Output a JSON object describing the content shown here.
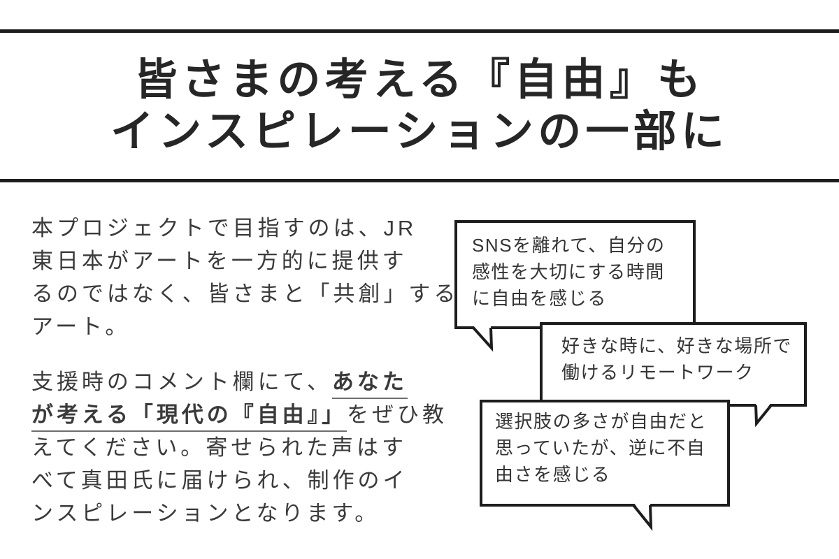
{
  "header": {
    "title": {
      "full": "皆さまの考える『自由』もインスピレーションの一部に",
      "line1": "皆さまの考える『自由』も",
      "line2": "インスピレーションの一部に"
    }
  },
  "body_text": {
    "paragraph1": {
      "full": "本プロジェクトで目指すのは、JR東日本がアートを一方的に提供するのではなく、皆さまと「共創」するアート。",
      "line1": "本プロジェクトで目指すのは、JR",
      "line2": "東日本がアートを一方的に提供す",
      "line3": "るのではなく、皆さまと「共創」する",
      "line4": "アート。"
    },
    "paragraph2": {
      "full": "支援時のコメント欄にて、あなたが考える「現代の『自由』」をぜひ教えてください。寄せられた声はすべて真田氏に届けられ、制作のインスピレーションとなります。",
      "highlighted_phrase": "あなたが考える「現代の『自由』」",
      "line1_normal": "支援時のコメント欄にて、",
      "line1_highlight": "あなた",
      "line2_highlight": "が考える「現代の『自由』」",
      "line2_normal": "をぜひ教",
      "line3": "えてください。寄せられた声はす",
      "line4": "べて真田氏に届けられ、制作のイ",
      "line5": "ンスピレーションとなります。"
    }
  },
  "speech_bubbles": [
    {
      "text": "SNSを離れて、自分の感性を大切にする時間に自由を感じる",
      "line1": "SNSを離れて、自分の",
      "line2": "感性を大切にする時間",
      "line3": "に自由を感じる",
      "tail_direction": "bottom-left-down-right"
    },
    {
      "text": "好きな時に、好きな場所で働けるリモートワーク",
      "line1": "好きな時に、好きな場所で",
      "line2": "働けるリモートワーク",
      "tail_direction": "bottom-right-down-left"
    },
    {
      "text": "選択肢の多さが自由だと思っていたが、逆に不自由さを感じる",
      "line1": "選択肢の多さが自由だと",
      "line2": "思っていたが、逆に不自",
      "line3": "由さを感じる",
      "tail_direction": "bottom-down-right"
    }
  ],
  "colors": {
    "background": "#ffffff",
    "ink_border": "#1d1d1d",
    "title_text": "#262626",
    "body_text": "#3a3a3a",
    "bubble_text": "#333333",
    "underline": "#6e6e6e"
  }
}
